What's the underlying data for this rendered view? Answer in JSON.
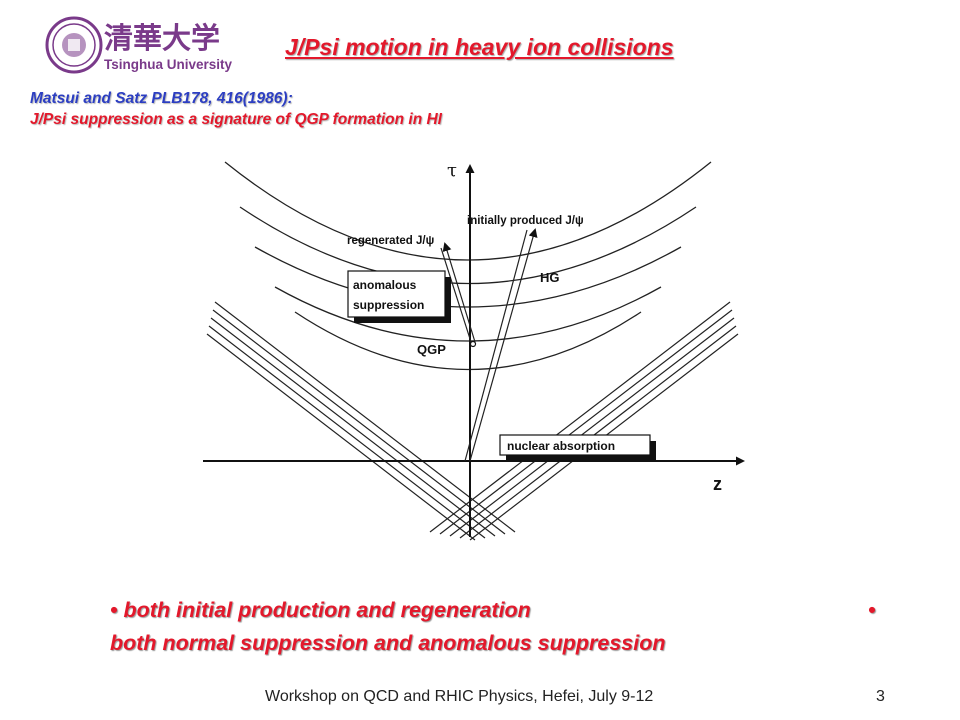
{
  "logo": {
    "chinese": "清華大学",
    "english": "Tsinghua University"
  },
  "title": "J/Psi motion in heavy ion collisions",
  "reference": {
    "line1": "Matsui and Satz PLB178, 416(1986):",
    "line2": "J/Psi suppression as a signature of QGP formation in HI"
  },
  "diagram": {
    "tau_label": "τ",
    "z_label": "z",
    "initially_produced": "initially produced J/ψ",
    "regenerated": "regenerated J/ψ",
    "hg": "HG",
    "qgp": "QGP",
    "anomalous_line1": "anomalous",
    "anomalous_line2": "suppression",
    "nuclear_absorption": "nuclear absorption"
  },
  "bullets": {
    "dot": "•",
    "line1": "both initial production and regeneration",
    "line2": "both normal suppression and anomalous suppression"
  },
  "footer": {
    "text": "Workshop on QCD and RHIC Physics,  Hefei,  July 9-12",
    "page": "3"
  },
  "colors": {
    "title": "#e3182b",
    "reference": "#2c3ec2",
    "accent": "#e3182b",
    "logo": "#7a3a8a"
  }
}
